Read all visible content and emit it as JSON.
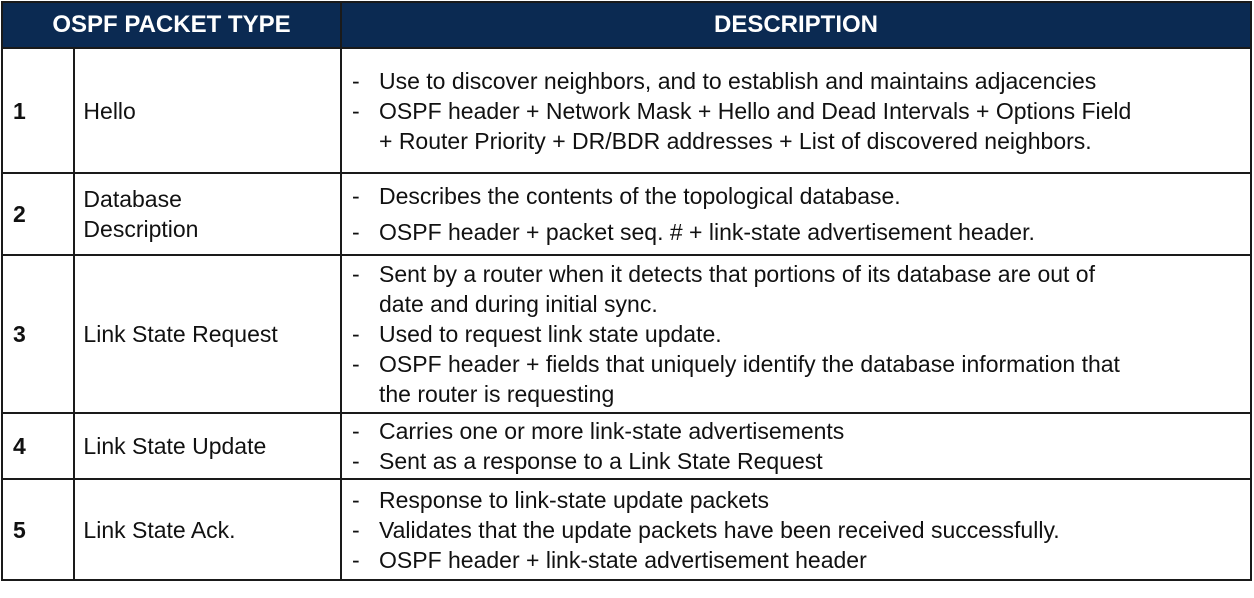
{
  "header": {
    "type_label": "OSPF PACKET TYPE",
    "description_label": "DESCRIPTION"
  },
  "header_color": "#0b2a52",
  "rows": [
    {
      "num": "1",
      "name": "Hello",
      "height": 127,
      "bullets": [
        {
          "lines": [
            "Use to discover neighbors, and to establish and maintains adjacencies"
          ]
        },
        {
          "lines": [
            "OSPF header + Network Mask + Hello and Dead Intervals + Options Field",
            "+ Router Priority + DR/BDR addresses + List of discovered neighbors."
          ]
        }
      ]
    },
    {
      "num": "2",
      "name": "Database Description",
      "height": 84,
      "spaced": true,
      "bullets": [
        {
          "lines": [
            "Describes the contents of the topological database."
          ]
        },
        {
          "lines": [
            "OSPF header + packet seq. # + link-state advertisement header."
          ]
        }
      ]
    },
    {
      "num": "3",
      "name": "Link State Request",
      "height": 160,
      "bullets": [
        {
          "lines": [
            "Sent by a router when it detects that portions of its database are out of",
            "date and during initial sync."
          ]
        },
        {
          "lines": [
            "Used to request link state update."
          ]
        },
        {
          "lines": [
            "OSPF header + fields that uniquely identify the database information that",
            "the router is requesting"
          ]
        }
      ]
    },
    {
      "num": "4",
      "name": "Link State Update",
      "height": 65,
      "bullets": [
        {
          "lines": [
            "Carries one or more link-state advertisements"
          ]
        },
        {
          "lines": [
            "Sent as a response to a Link State Request"
          ]
        }
      ]
    },
    {
      "num": "5",
      "name": "Link State Ack.",
      "height": 103,
      "bullets": [
        {
          "lines": [
            "Response to link-state update packets"
          ]
        },
        {
          "lines": [
            "Validates that the update packets have been received successfully."
          ]
        },
        {
          "lines": [
            "OSPF header + link-state advertisement header"
          ]
        }
      ]
    }
  ]
}
